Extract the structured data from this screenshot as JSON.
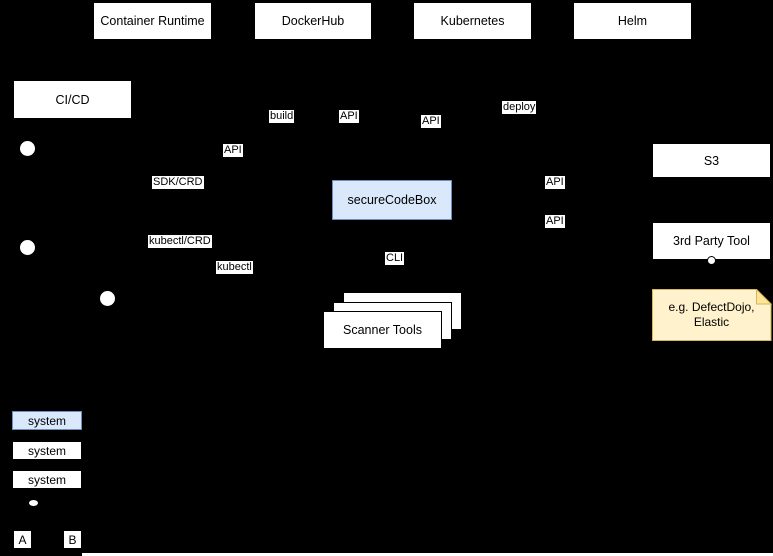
{
  "colors": {
    "background": "#000000",
    "node_fill": "#ffffff",
    "accent_fill": "#dae8fc",
    "accent_border": "#6c8ebf",
    "note_fill": "#fff2cc",
    "note_border": "#d6b656",
    "note_fold": "#ffe599",
    "text": "#000000"
  },
  "nodes": {
    "container_runtime": {
      "label": "Container Runtime"
    },
    "dockerhub": {
      "label": "DockerHub"
    },
    "kubernetes": {
      "label": "Kubernetes"
    },
    "helm": {
      "label": "Helm"
    },
    "cicd": {
      "label": "CI/CD"
    },
    "securecodebox": {
      "label": "secureCodeBox"
    },
    "s3": {
      "label": "S3"
    },
    "third_party_tool": {
      "label": "3rd Party Tool"
    },
    "scanner_tools": {
      "label": "Scanner Tools"
    },
    "note": {
      "line1": "e.g. DefectDojo,",
      "line2": "Elastic"
    }
  },
  "edge_labels": {
    "build": "build",
    "api_dockerhub": "API",
    "deploy": "deploy",
    "api_kubernetes": "API",
    "api_mid_left": "API",
    "sdk_crd": "SDK/CRD",
    "api_s3": "API",
    "api_third_party": "API",
    "kubectl_crd": "kubectl/CRD",
    "kubectl": "kubectl",
    "cli": "CLI"
  },
  "legend": {
    "item_blue": "system",
    "item_white_1": "system",
    "item_white_2": "system",
    "marker_a": "A",
    "marker_b": "B"
  }
}
